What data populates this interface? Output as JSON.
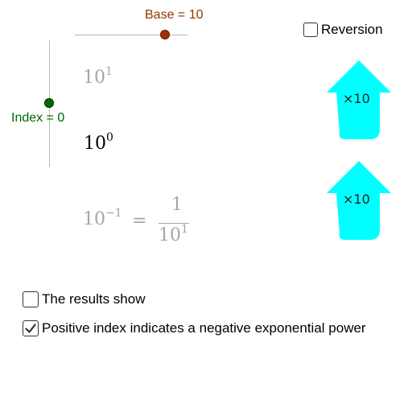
{
  "base_slider": {
    "label": "Base = ",
    "value": "10"
  },
  "index_slider": {
    "label": "Index = ",
    "value": "0"
  },
  "reversion_checkbox": {
    "label": "Reversion",
    "checked": false
  },
  "expressions": {
    "upper_base": "10",
    "upper_exponent": "1",
    "current_base": "10",
    "current_exponent": "0",
    "lower_base": "10",
    "lower_exponent": "−1",
    "equals": "=",
    "fraction_numerator": "1",
    "fraction_denominator_base": "10",
    "fraction_denominator_exponent": "1"
  },
  "arrows": {
    "top_label": "×10",
    "bottom_label": "×10",
    "color": "#00ffff"
  },
  "options": {
    "results_show": {
      "label": "The results show",
      "checked": false
    },
    "positive_index_negative": {
      "label": "Positive index indicates a negative exponential power",
      "checked": true
    }
  },
  "colors": {
    "base": "#993300",
    "index": "#006600",
    "faded_text": "#a6a6a6"
  }
}
